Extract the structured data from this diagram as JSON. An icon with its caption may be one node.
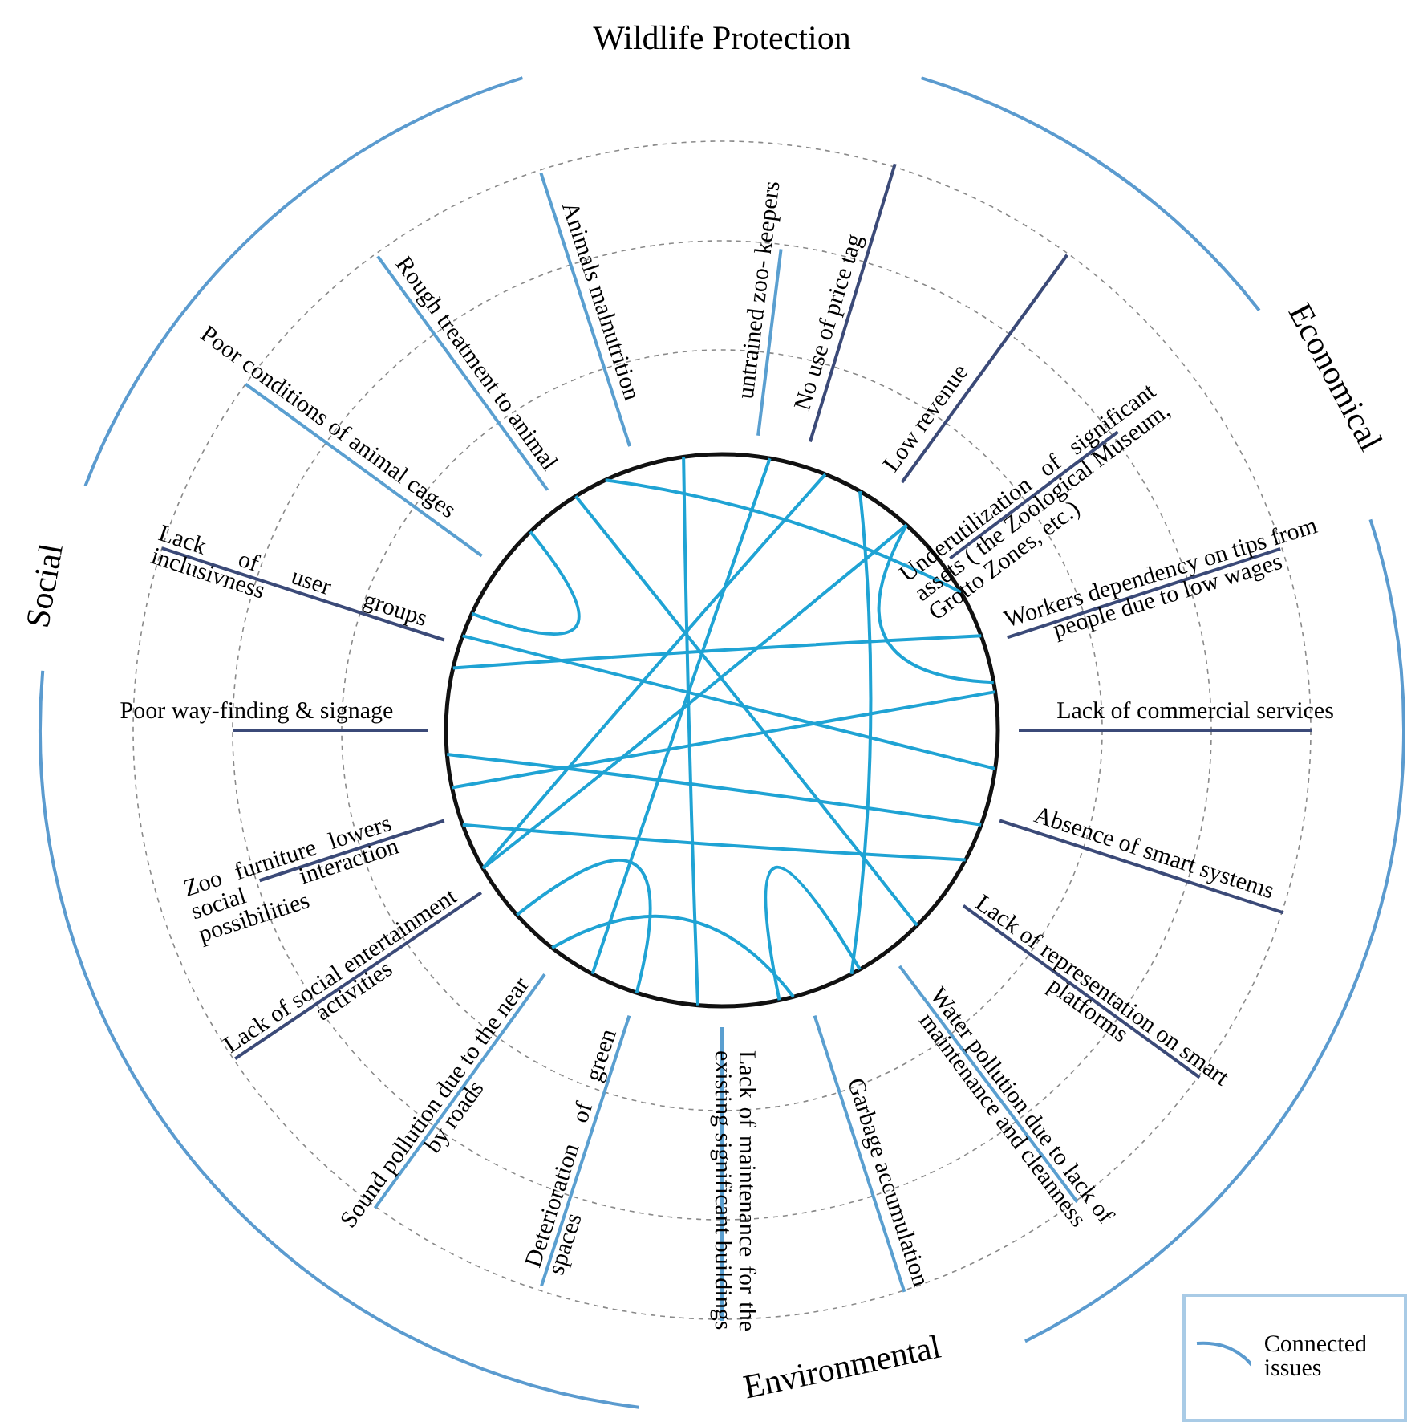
{
  "diagram": {
    "labels": [
      "Wildlife Protection",
      "Poor conditions of animal cages",
      "Rough treatment to animal",
      "Animals malnutrition",
      "untrained zoo- keepers",
      "No use of price tag",
      "Low revenue",
      "Underutilization of significant assets ( the Zoological Museum, Grotto Zones, etc.)",
      "Economical",
      "Social",
      "Lack of user groups inclusivness",
      "Workers dependency on tips from people due to low wages",
      "Poor way-finding & signage",
      "Lack of commercial services",
      "Zoo furniture lowers social interaction possibilities",
      "Absence of smart systems",
      "Lack of social entertainment activities",
      "Lack of representation on smart platforms",
      "Sound pollution due to the near by roads",
      "Deterioration of green spaces",
      "Lack of maintenance for the existing significant buildings",
      "Garbage accumulation",
      "Water pollution due to lack of maintenance and cleanness",
      "Environmental"
    ],
    "legend": [
      {
        "text": "Connected issues"
      }
    ]
  }
}
